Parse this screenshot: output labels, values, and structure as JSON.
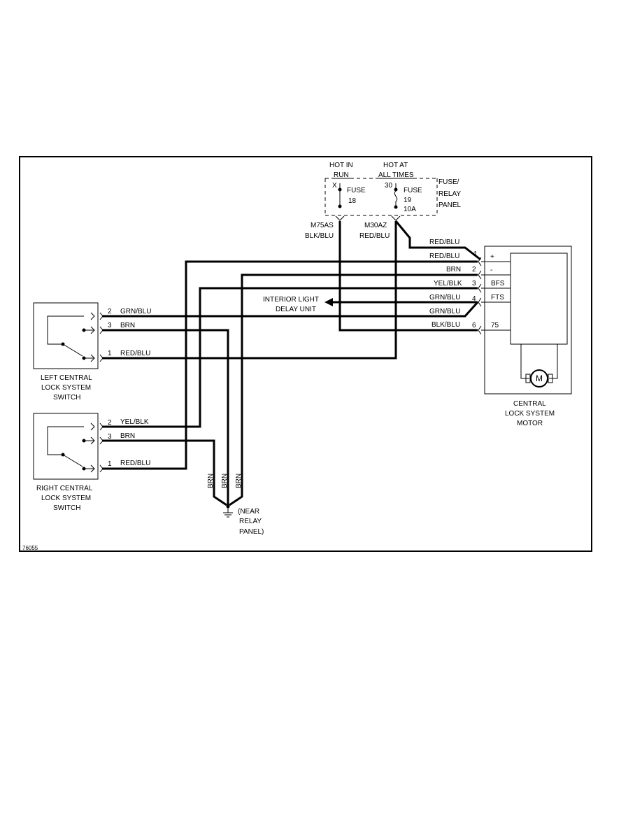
{
  "fuse_panel": {
    "hot_in_run_line1": "HOT IN",
    "hot_in_run_line2": "RUN",
    "hot_at_all_times_line1": "HOT AT",
    "hot_at_all_times_line2": "ALL TIMES",
    "terminal_x": "X",
    "terminal_30": "30",
    "fuse18_label": "FUSE",
    "fuse18_number": "18",
    "fuse19_label": "FUSE",
    "fuse19_number": "19",
    "fuse19_rating": "10A",
    "panel_label_line1": "FUSE/",
    "panel_label_line2": "RELAY",
    "panel_label_line3": "PANEL",
    "conn_m75as": "M75AS",
    "conn_m75as_color": "BLK/BLU",
    "conn_m30az": "M30AZ",
    "conn_m30az_color": "RED/BLU"
  },
  "motor": {
    "pins": [
      {
        "pin": "1",
        "wire": "RED/BLU",
        "terminal": "+"
      },
      {
        "pin": "2",
        "wire": "BRN",
        "terminal": "-"
      },
      {
        "pin": "3",
        "wire": "YEL/BLK",
        "terminal": "BFS"
      },
      {
        "pin": "4",
        "wire": "GRN/BLU",
        "terminal": "FTS"
      },
      {
        "pin": "6",
        "wire": "BLK/BLU",
        "terminal": "75"
      }
    ],
    "extra_wire_red": "RED/BLU",
    "extra_wire_grn": "GRN/BLU",
    "motor_symbol": "M",
    "label_line1": "CENTRAL",
    "label_line2": "LOCK SYSTEM",
    "label_line3": "MOTOR"
  },
  "interior_light": {
    "line1": "INTERIOR LIGHT",
    "line2": "DELAY UNIT"
  },
  "left_switch": {
    "pins": [
      {
        "pin": "2",
        "wire": "GRN/BLU"
      },
      {
        "pin": "3",
        "wire": "BRN"
      },
      {
        "pin": "1",
        "wire": "RED/BLU"
      }
    ],
    "label_line1": "LEFT CENTRAL",
    "label_line2": "LOCK SYSTEM",
    "label_line3": "SWITCH"
  },
  "right_switch": {
    "pins": [
      {
        "pin": "2",
        "wire": "YEL/BLK"
      },
      {
        "pin": "3",
        "wire": "BRN"
      },
      {
        "pin": "1",
        "wire": "RED/BLU"
      }
    ],
    "label_line1": "RIGHT CENTRAL",
    "label_line2": "LOCK SYSTEM",
    "label_line3": "SWITCH"
  },
  "ground": {
    "wires": [
      "BRN",
      "BRN",
      "BRN"
    ],
    "label_line1": "(NEAR",
    "label_line2": "RELAY",
    "label_line3": "PANEL)"
  },
  "figure_id": "76055"
}
